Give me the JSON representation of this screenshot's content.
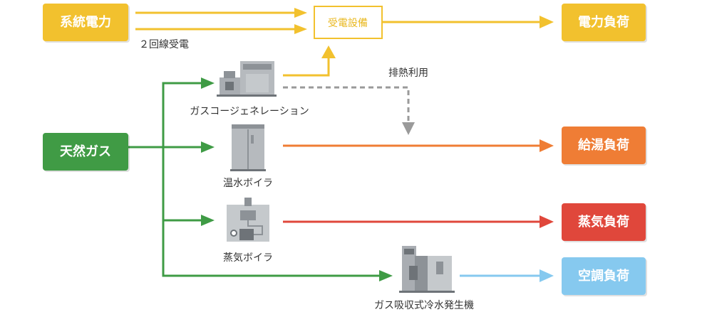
{
  "colors": {
    "grid_power": "#f2c12e",
    "gas": "#3f9b45",
    "hot_water": "#ef7d34",
    "steam": "#e0473b",
    "cooling": "#86c9ef",
    "exhaust_heat": "#9a9a9a",
    "machine": "#a9adb2",
    "machine_dark": "#6e7378"
  },
  "sources": {
    "grid_power": "系統電力",
    "natural_gas": "天然ガス"
  },
  "loads": {
    "power": "電力負荷",
    "hot_water": "給湯負荷",
    "steam": "蒸気負荷",
    "cooling": "空調負荷"
  },
  "receiving_equipment": "受電設備",
  "two_line_note": "２回線受電",
  "exhaust_heat_note": "排熱利用",
  "equipment": {
    "cogeneration": "ガスコージェネレーション",
    "hot_water_boiler": "温水ボイラ",
    "steam_boiler": "蒸気ボイラ",
    "absorption_chiller": "ガス吸収式冷水発生機"
  }
}
